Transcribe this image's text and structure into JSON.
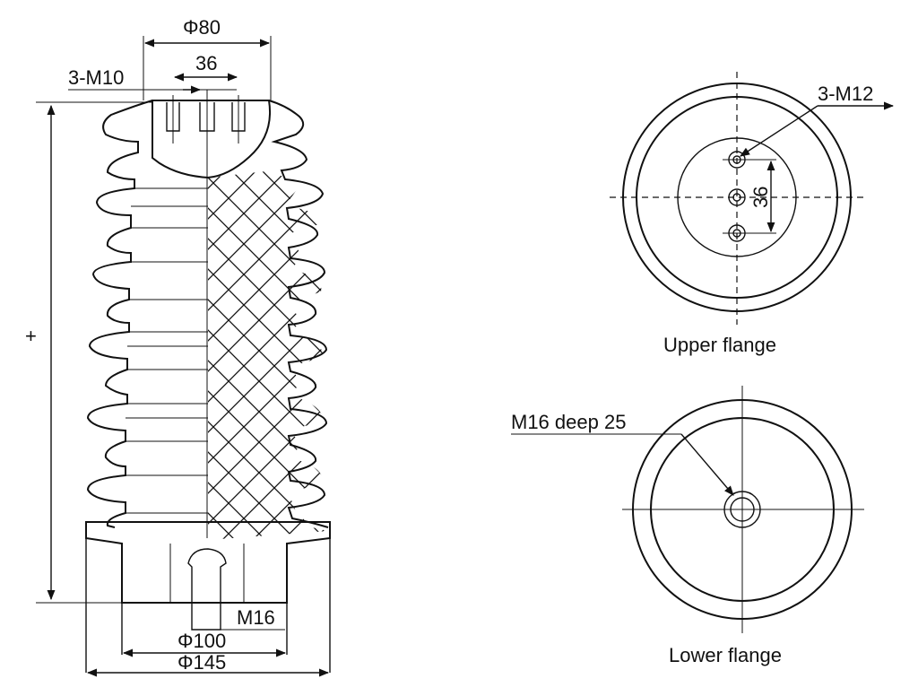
{
  "insulator": {
    "dim_phi80": "Φ80",
    "dim_36": "36",
    "dim_3m10": "3-M10",
    "dim_height": "+",
    "dim_m16": "M16",
    "dim_phi100": "Φ100",
    "dim_phi145": "Φ145"
  },
  "upper_flange": {
    "caption": "Upper flange",
    "callout": "3-M12",
    "dim_36": "36"
  },
  "lower_flange": {
    "caption": "Lower flange",
    "callout": "M16 deep 25"
  },
  "colors": {
    "line": "#111111",
    "background": "#ffffff"
  }
}
